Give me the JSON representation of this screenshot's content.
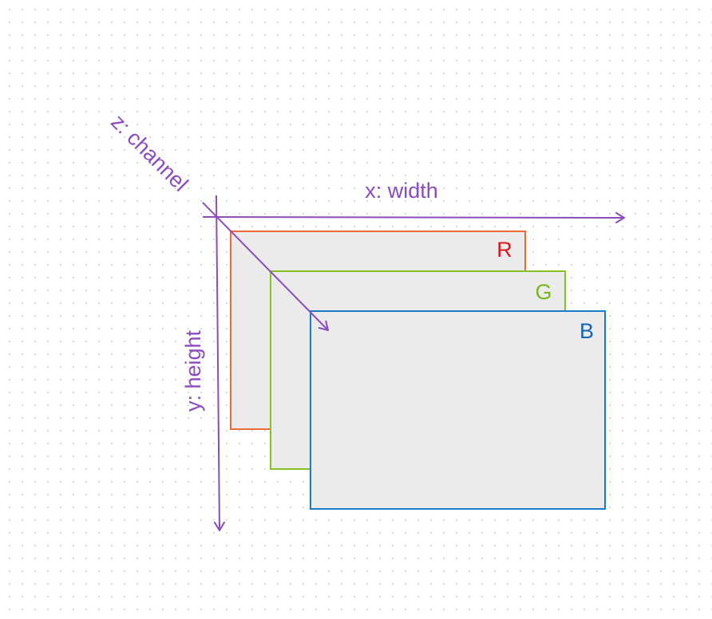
{
  "colors": {
    "axis": "#8b4cbf",
    "plane_fill": "#ebebeb",
    "r": "#ed6a3a",
    "r_label": "#e0161e",
    "g": "#84c225",
    "g_label": "#7ab51d",
    "b": "#1a7cc9",
    "b_label": "#1565b5"
  },
  "axes": {
    "x": "x: width",
    "y": "y: height",
    "z": "z: channel"
  },
  "planes": [
    {
      "label": "R"
    },
    {
      "label": "G"
    },
    {
      "label": "B"
    }
  ]
}
